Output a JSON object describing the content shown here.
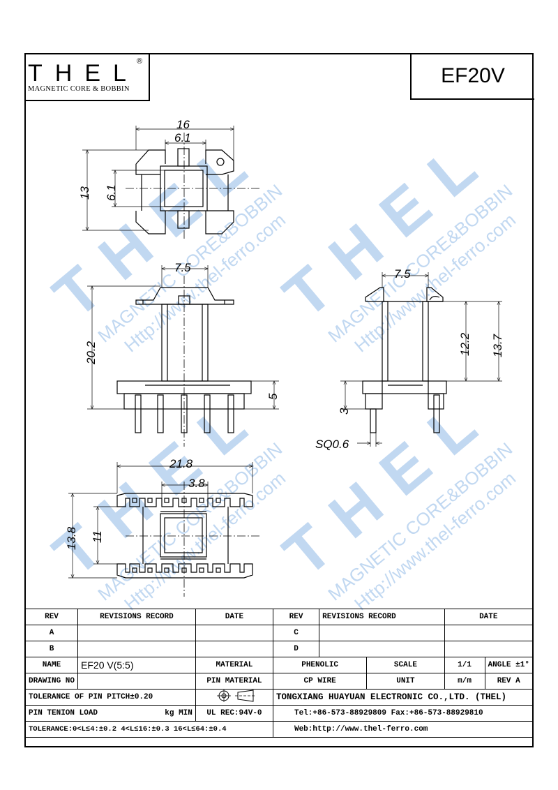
{
  "header": {
    "logo_text": "THEL",
    "logo_subtitle": "MAGNETIC CORE & BOBBIN",
    "logo_mark": "®",
    "part_number": "EF20V"
  },
  "watermark": {
    "brand": "THEL",
    "line1": "MAGNETIC CORE&BOBBIN",
    "line2": "Http://www.thel-ferro.com"
  },
  "dimensions": {
    "top_view": {
      "width": "16",
      "inner_width": "6.1",
      "height": "13",
      "inner_height": "6.1"
    },
    "front_view": {
      "flange": "7.5",
      "height": "20.2",
      "base": "5"
    },
    "side_view": {
      "flange": "7.5",
      "inner_height": "12.2",
      "height": "13.7",
      "pin_length": "3",
      "pin_size": "SQ0.6"
    },
    "bottom_view": {
      "length": "21.8",
      "pitch": "3.8",
      "width": "13.8",
      "inner_width": "11"
    }
  },
  "title_block": {
    "rev_header": "REV",
    "revisions_header": "REVISIONS RECORD",
    "date_header": "DATE",
    "rev_a": "A",
    "rev_b": "B",
    "rev_c": "C",
    "rev_d": "D",
    "name_label": "NAME",
    "name_value": "EF20 V(5:5)",
    "material_label": "MATERIAL",
    "material_value": "PHENOLIC",
    "scale_label": "SCALE",
    "scale_value": "1/1",
    "angle_label": "ANGLE",
    "angle_value": "±1°",
    "drawing_no_label": "DRAWING NO",
    "pin_material_label": "PIN MATERIAL",
    "pin_material_value": "CP WIRE",
    "unit_label": "UNIT",
    "unit_value": "m/m",
    "rev_label": "REV",
    "rev_value": "A",
    "pin_pitch_tolerance": "TOLERANCE OF PIN PITCH±0.20",
    "company": "TONGXIANG HUAYUAN ELECTRONIC CO.,LTD.  (THEL)",
    "pin_tension_label": "PIN TENION LOAD",
    "pin_tension_unit": "kg MIN",
    "ul_rec": "UL REC:94V-0",
    "phone_fax": "Tel:+86-573-88929809 Fax:+86-573-88929810",
    "tolerance": "TOLERANCE:0<L≤4:±0.2  4<L≤16:±0.3  16<L≤64:±0.4",
    "web": "Web:http://www.thel-ferro.com"
  },
  "colors": {
    "line": "#000000",
    "watermark": "#8fb8e6"
  }
}
